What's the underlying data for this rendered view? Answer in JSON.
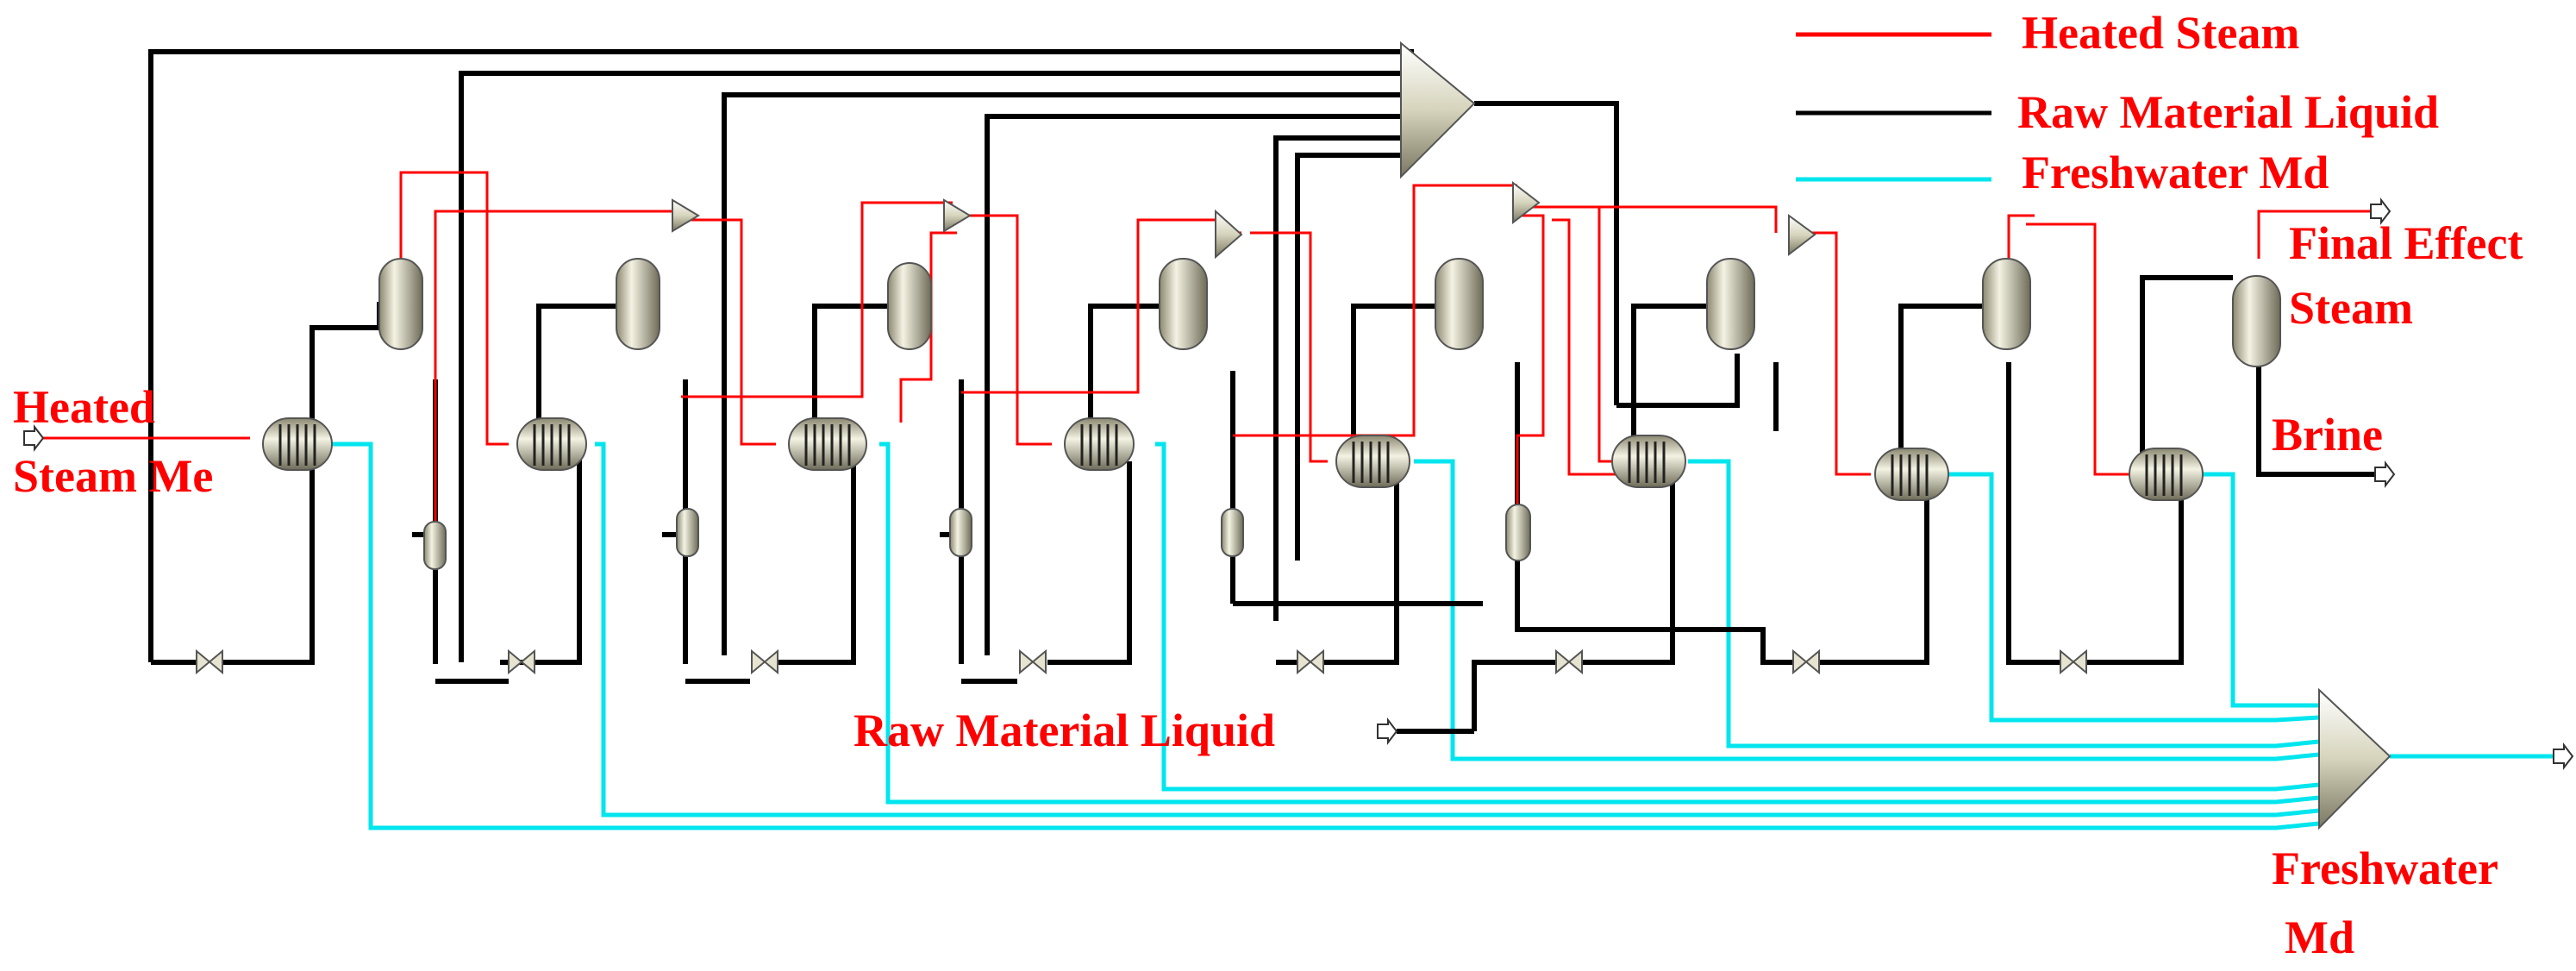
{
  "legend": {
    "heated_steam": "Heated Steam",
    "raw_material_liquid": "Raw Material Liquid",
    "freshwater_md": "Freshwater Md"
  },
  "labels": {
    "heated_steam_in_line1": "Heated",
    "heated_steam_in_line2": "Steam Me",
    "raw_material_liquid_in": "Raw Material Liquid",
    "final_effect_line1": "Final Effect",
    "final_effect_line2": "Steam",
    "brine": "Brine",
    "freshwater_out_line1": "Freshwater",
    "freshwater_out_line2": "Md"
  },
  "colors": {
    "steam": "#ff0000",
    "raw": "#000000",
    "fresh": "#00e5ee",
    "label": "#ff0000",
    "equipment": "#d8d6bc"
  },
  "effects_count": 8
}
